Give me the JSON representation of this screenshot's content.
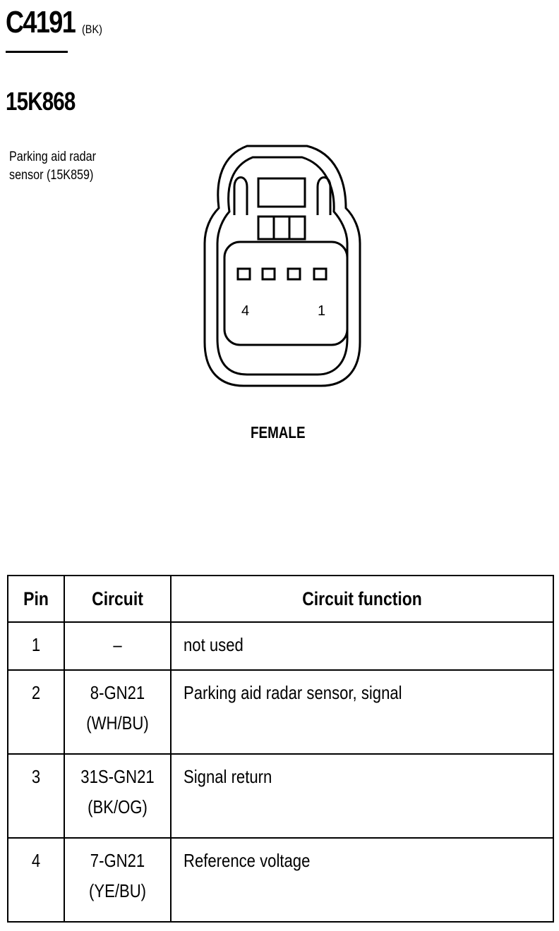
{
  "header": {
    "connector_id": "C4191",
    "connector_color": "(BK)",
    "part_number": "15K868",
    "component_description": "Parking aid radar\nsensor (15K859)"
  },
  "diagram": {
    "pin_labels": {
      "left": "4",
      "right": "1"
    },
    "gender": "FEMALE"
  },
  "table": {
    "headers": [
      "Pin",
      "Circuit",
      "Circuit function"
    ],
    "rows": [
      {
        "pin": "1",
        "circuit": [
          "–"
        ],
        "function": "not used"
      },
      {
        "pin": "2",
        "circuit": [
          "8-GN21",
          "(WH/BU)"
        ],
        "function": "Parking aid radar sensor, signal"
      },
      {
        "pin": "3",
        "circuit": [
          "31S-GN21",
          "(BK/OG)"
        ],
        "function": "Signal return"
      },
      {
        "pin": "4",
        "circuit": [
          "7-GN21",
          "(YE/BU)"
        ],
        "function": "Reference voltage"
      }
    ]
  }
}
